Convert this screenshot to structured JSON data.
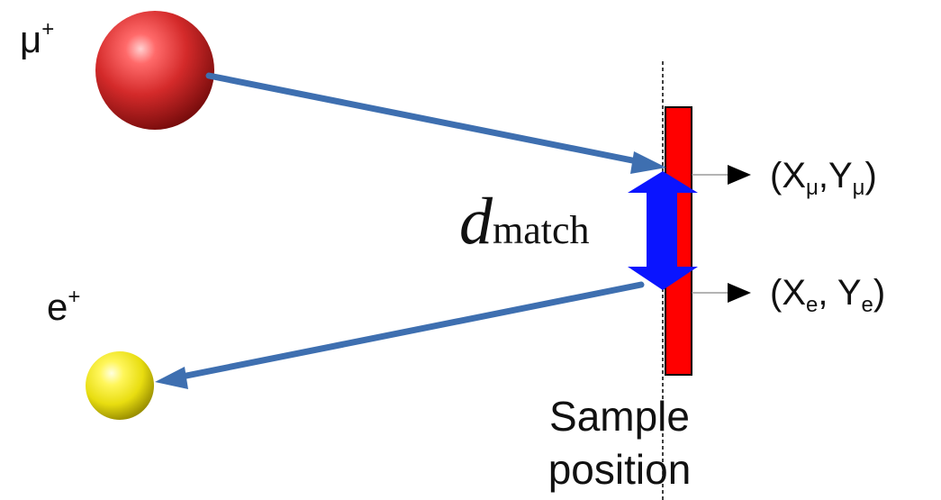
{
  "particles": {
    "muon": {
      "symbol": "μ",
      "charge": "+",
      "color": "#d42a2a"
    },
    "positron": {
      "symbol": "e",
      "charge": "+",
      "color": "#f2ea1a"
    }
  },
  "distance": {
    "italic": "d",
    "subscript": "match",
    "color": "#0a14ff"
  },
  "muon_coord": {
    "open": "(X",
    "sub_x": "μ",
    "mid": ",Y",
    "sub_y": "μ",
    "close": ")"
  },
  "positron_coord": {
    "open": "(X",
    "sub_x": "e",
    "mid": ", Y",
    "sub_y": "e",
    "close": ")"
  },
  "sample": {
    "label_line1": "Sample",
    "label_line2": "position",
    "color": "#ff0000"
  },
  "colors": {
    "trajectory": "#3e6fb0"
  }
}
